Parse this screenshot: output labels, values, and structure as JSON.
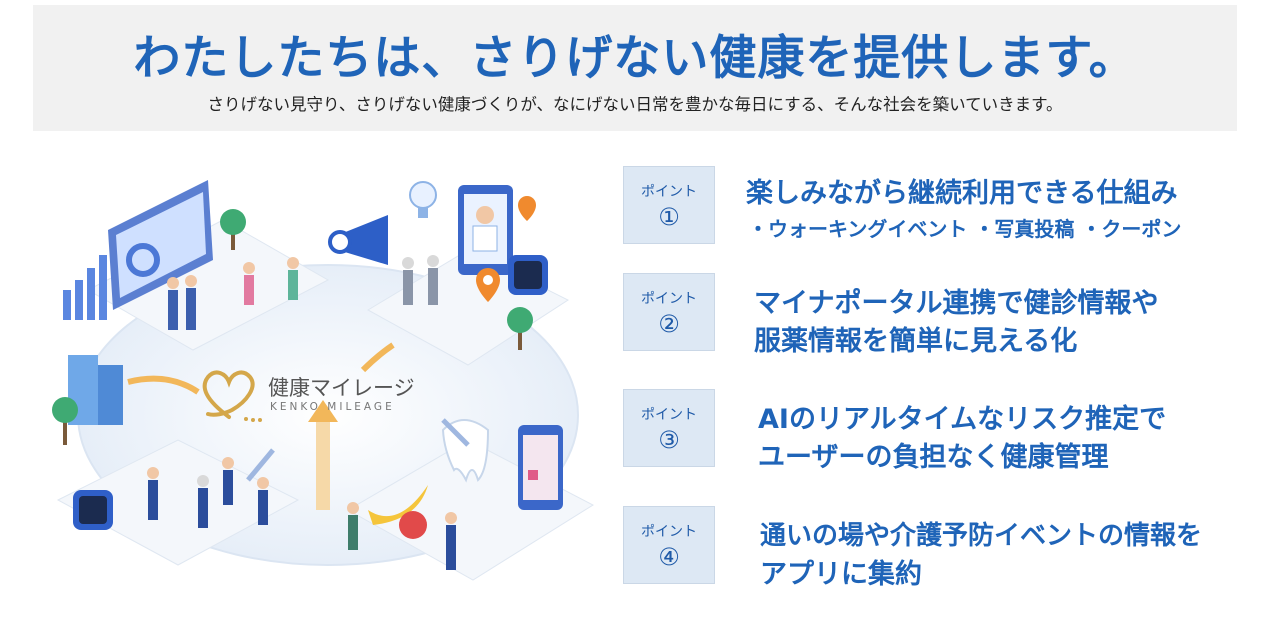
{
  "header": {
    "title": "わたしたちは、さりげない健康を提供します。",
    "subtitle": "さりげない見守り、さりげない健康づくりが、なにげない日常を豊かな毎日にする、そんな社会を築いていきます。"
  },
  "logo": {
    "name": "健康マイレージ",
    "romaji": "KENKO MILEAGE"
  },
  "points": [
    {
      "label": "ポイント",
      "number": "①",
      "lines": [
        "楽しみながら継続利用できる仕組み"
      ],
      "sub": "・ウォーキングイベント ・写真投稿 ・クーポン"
    },
    {
      "label": "ポイント",
      "number": "②",
      "lines": [
        "マイナポータル連携で健診情報や",
        "服薬情報を簡単に見える化"
      ]
    },
    {
      "label": "ポイント",
      "number": "③",
      "lines": [
        "AIのリアルタイムなリスク推定で",
        "ユーザーの負担なく健康管理"
      ]
    },
    {
      "label": "ポイント",
      "number": "④",
      "lines": [
        "通いの場や介護予防イベントの情報を",
        "アプリに集約"
      ]
    }
  ],
  "colors": {
    "accent": "#1f64b8",
    "point_box": "#dde8f4",
    "header_bg": "#f1f1f1",
    "logo_gold": "#d4a74a"
  }
}
